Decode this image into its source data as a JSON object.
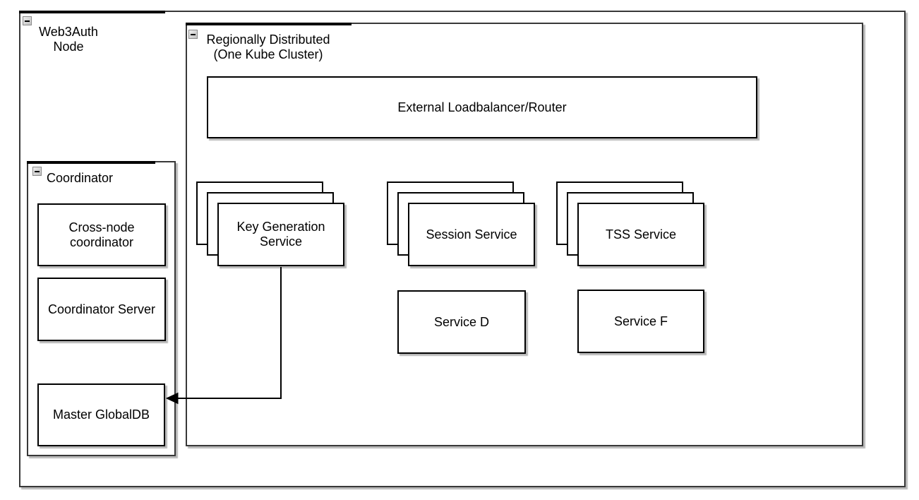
{
  "diagram": {
    "colors": {
      "background": "#ffffff",
      "box_border": "#000000",
      "container_border": "#383838",
      "shadow": "#bdbdbd",
      "collapse_button_fill": "#d9d9d9"
    },
    "icons": {
      "collapse": "collapse-minus-icon"
    },
    "containers": {
      "web3auth": {
        "line1": "Web3Auth",
        "line2": "Node"
      },
      "cluster": {
        "line1": "Regionally Distributed",
        "line2": "(One Kube Cluster)"
      },
      "coordinator": {
        "label": "Coordinator"
      }
    },
    "nodes": {
      "loadbalancer": {
        "label": "External Loadbalancer/Router"
      },
      "keygen": {
        "label": "Key Generation Service"
      },
      "session": {
        "label": "Session Service"
      },
      "tss": {
        "label": "TSS Service"
      },
      "service_d": {
        "label": "Service D"
      },
      "service_f": {
        "label": "Service F"
      },
      "cross_node": {
        "label": "Cross-node coordinator"
      },
      "coordinator_server": {
        "label": "Coordinator Server"
      },
      "master_db": {
        "label": "Master GlobalDB"
      }
    },
    "edges": [
      {
        "from": "Key Generation Service",
        "to": "Master GlobalDB",
        "style": "orthogonal-arrow"
      }
    ]
  }
}
